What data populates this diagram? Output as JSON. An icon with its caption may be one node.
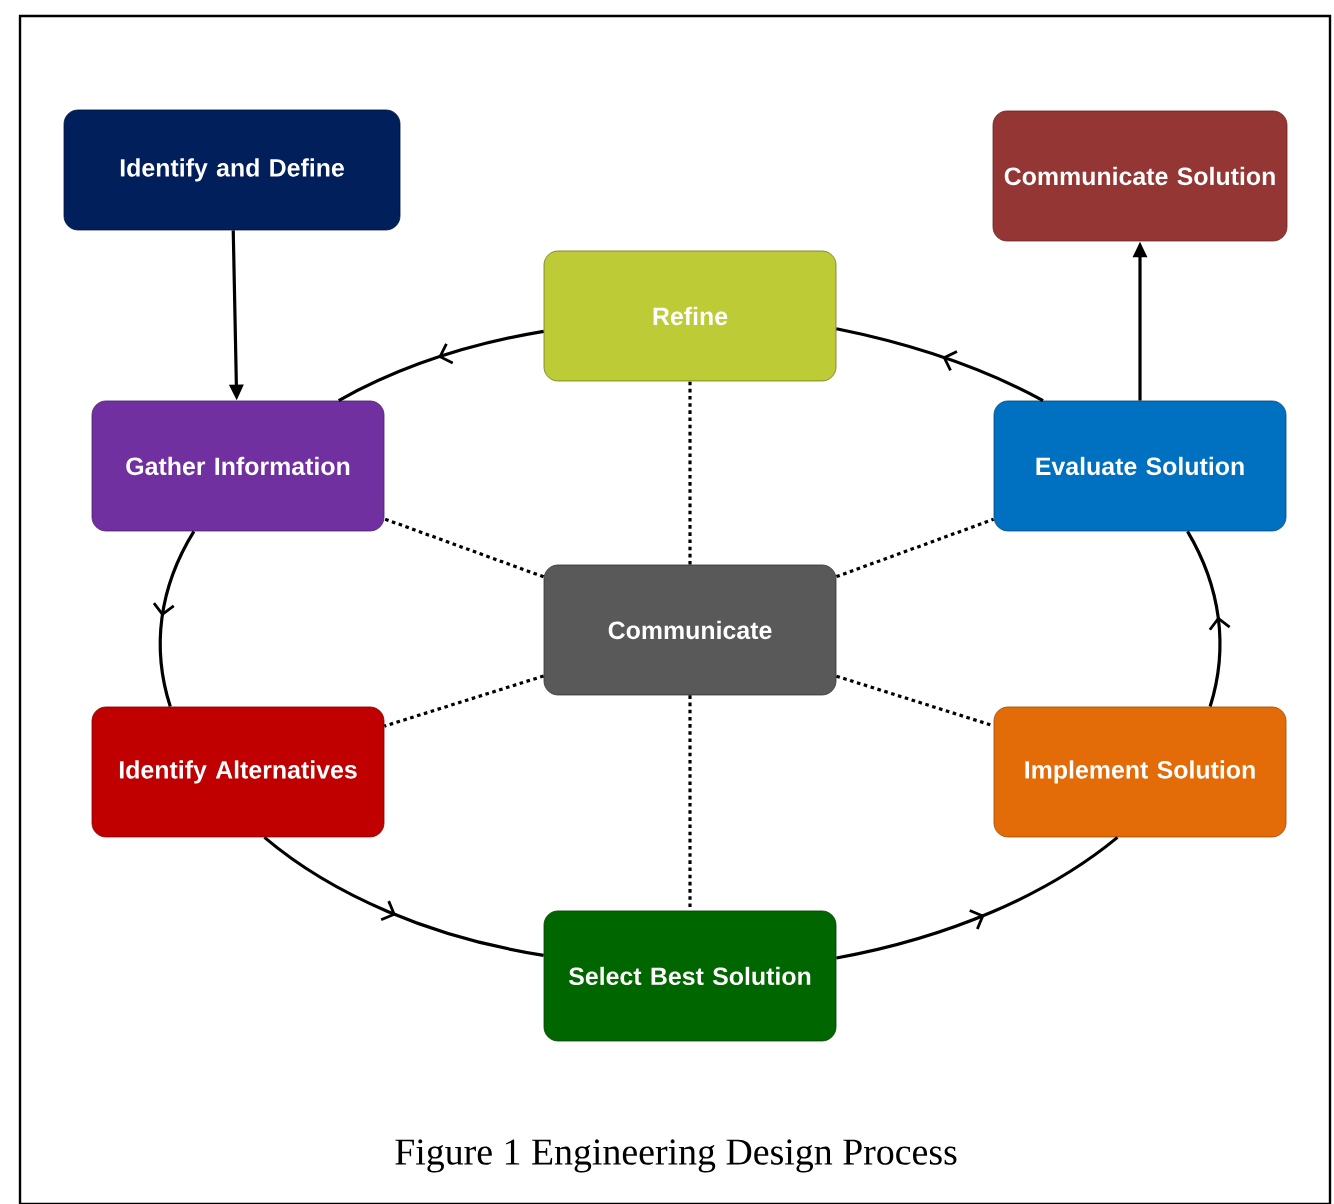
{
  "diagram": {
    "caption": "Figure 1  Engineering Design Process",
    "nodes": [
      {
        "text": [
          "Identify and Define"
        ]
      },
      {
        "text": [
          "Communicate Solution"
        ]
      },
      {
        "text": [
          "Refine"
        ]
      },
      {
        "text": [
          "Gather Information"
        ]
      },
      {
        "text": [
          "Evaluate Solution"
        ]
      },
      {
        "text": [
          "Communicate"
        ]
      },
      {
        "text": [
          "Identify Alternatives"
        ]
      },
      {
        "text": [
          "Implement Solution"
        ]
      },
      {
        "text": [
          "Select Best Solution"
        ]
      }
    ],
    "edges": [
      {
        "from": 0,
        "to": 3,
        "arrow": "to"
      },
      {
        "from": 4,
        "to": 1,
        "arrow": "to"
      },
      {
        "from": 3,
        "to": 6,
        "arrow": "to"
      },
      {
        "from": 6,
        "to": 8,
        "arrow": "to"
      },
      {
        "from": 8,
        "to": 7,
        "arrow": "to"
      },
      {
        "from": 7,
        "to": 4,
        "arrow": "to"
      },
      {
        "from": 4,
        "to": 2,
        "arrow": "to"
      },
      {
        "from": 2,
        "to": 3,
        "arrow": "to"
      },
      {
        "from": 5,
        "to": 2,
        "arrow": "none",
        "style": "dashed"
      },
      {
        "from": 5,
        "to": 3,
        "arrow": "none",
        "style": "dashed"
      },
      {
        "from": 5,
        "to": 4,
        "arrow": "none",
        "style": "dashed"
      },
      {
        "from": 5,
        "to": 6,
        "arrow": "none",
        "style": "dashed"
      },
      {
        "from": 5,
        "to": 7,
        "arrow": "none",
        "style": "dashed"
      },
      {
        "from": 5,
        "to": 8,
        "arrow": "none",
        "style": "dashed"
      }
    ]
  }
}
